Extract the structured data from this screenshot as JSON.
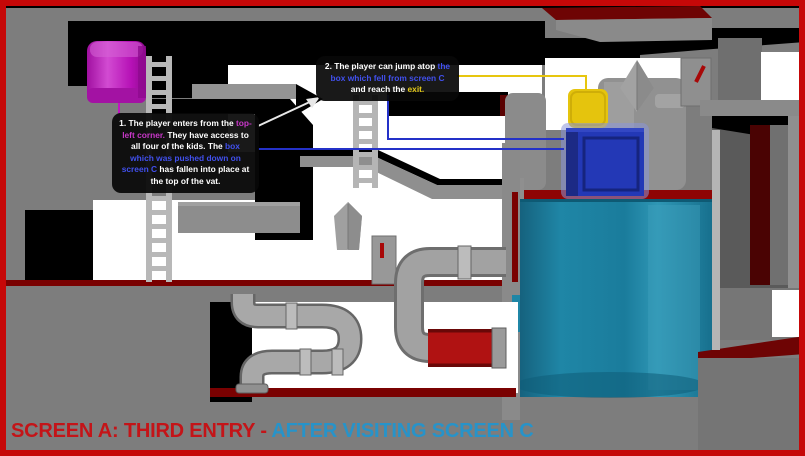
{
  "title": {
    "red": "SCREEN A: THIRD ENTRY - ",
    "blue": "AFTER VISITING SCREEN C"
  },
  "annotations": [
    {
      "id": "annotation-1",
      "segments": [
        {
          "text": "1. The player enters from the ",
          "color": "white"
        },
        {
          "text": "top-left corner.",
          "color": "magenta"
        },
        {
          "text": " They have access to all four of the kids. The ",
          "color": "white"
        },
        {
          "text": "box which was pushed down on screen C",
          "color": "blue"
        },
        {
          "text": " has fallen into place at the top of the vat.",
          "color": "white"
        }
      ]
    },
    {
      "id": "annotation-2",
      "segments": [
        {
          "text": "2. The player can jump atop ",
          "color": "white"
        },
        {
          "text": "the box which fell from screen C",
          "color": "blue"
        },
        {
          "text": " and reach the ",
          "color": "white"
        },
        {
          "text": "exit.",
          "color": "yellow"
        }
      ]
    }
  ],
  "colors": {
    "border_red": "#c60808",
    "wall_gray": "#7d7d7d",
    "dark_red_accent": "#7a0101",
    "vat_teal": "#1a7c9c",
    "vat_rim_red": "#8e0404",
    "box_blue": "#2338b6",
    "box_yellow": "#e5c40d",
    "canister_magenta": "#b611b6",
    "pipe_gray": "#a2a2a2",
    "pipe_red": "#b01212",
    "callout_blue": "#2431c8",
    "callout_yellow": "#e7c60e",
    "callout_white": "#e8e8e8"
  },
  "scene_objects": [
    "magenta-canister",
    "ladder-top-left",
    "ladder-middle",
    "entry-tunnel-top-left",
    "left-tunnel",
    "arrow-platform",
    "wall-duct",
    "shield-prop",
    "kite-prop",
    "lever-panel-left",
    "lever-panel-right",
    "exit-ramp",
    "yellow-box",
    "blue-box",
    "vat",
    "s-pipes",
    "red-pipe",
    "right-structure"
  ]
}
